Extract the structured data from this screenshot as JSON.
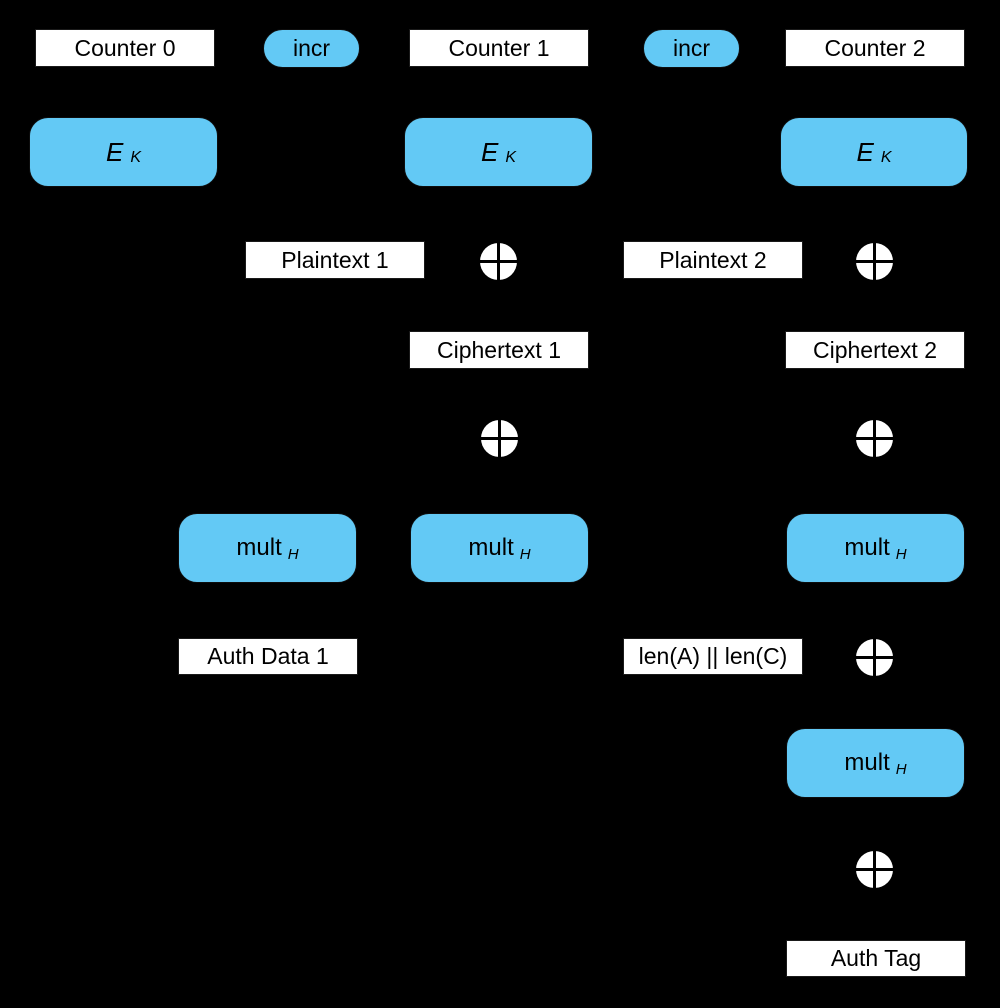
{
  "colors": {
    "background": "#000000",
    "operation_block_fill": "#63C9F5",
    "label_box_fill": "#FFFFFF",
    "text": "#000000",
    "xor_circle_fill": "#FFFFFF",
    "xor_cross": "#000000"
  },
  "labels": {
    "counter0": "Counter 0",
    "counter1": "Counter 1",
    "counter2": "Counter 2",
    "incr": "incr",
    "ek_main": "E",
    "ek_sub": "K",
    "plaintext1": "Plaintext 1",
    "plaintext2": "Plaintext 2",
    "ciphertext1": "Ciphertext 1",
    "ciphertext2": "Ciphertext 2",
    "mult_main": "mult",
    "mult_sub": "H",
    "auth_data1": "Auth Data 1",
    "len_concat": "len(A) || len(C)",
    "auth_tag": "Auth Tag"
  }
}
